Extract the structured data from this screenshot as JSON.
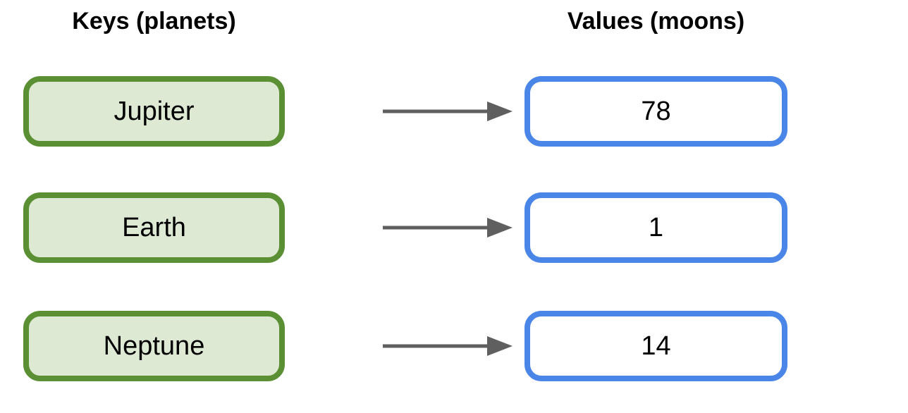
{
  "diagram": {
    "title_left": "Keys (planets)",
    "title_right": "Values (moons)",
    "mappings": [
      {
        "key": "Jupiter",
        "value": "78"
      },
      {
        "key": "Earth",
        "value": "1"
      },
      {
        "key": "Neptune",
        "value": "14"
      }
    ],
    "colors": {
      "key_box_border": "#5b8f33",
      "key_box_fill": "#dde9d3",
      "value_box_border": "#4a86e8",
      "value_box_fill": "#ffffff",
      "arrow": "#5f5f5f",
      "text": "#000000"
    }
  }
}
